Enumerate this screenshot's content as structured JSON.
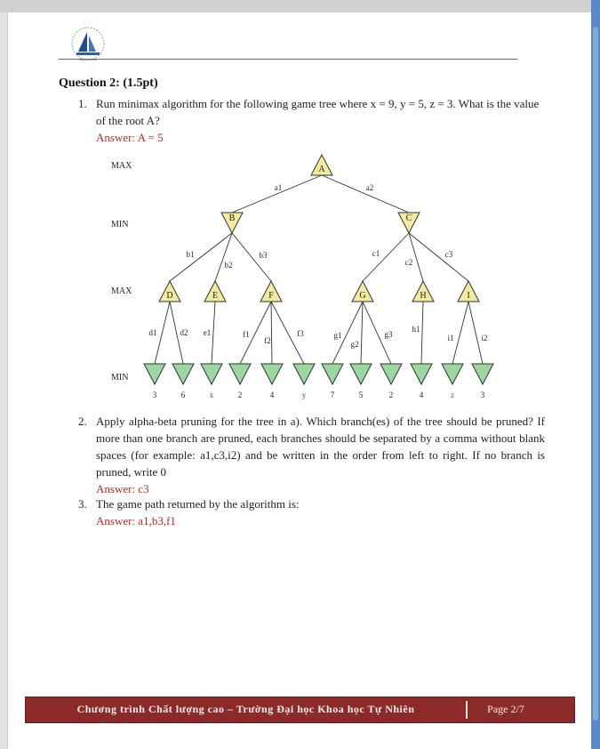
{
  "question": {
    "title": "Question 2: (1.5pt)",
    "items": [
      {
        "num": "1.",
        "text": "Run minimax algorithm for the following game tree where x = 9, y = 5, z = 3. What is the value of the root A?",
        "answer": "Answer: A = 5"
      },
      {
        "num": "2.",
        "text": "Apply alpha-beta pruning for the tree in a). Which branch(es) of the tree should be pruned? If more than one branch are pruned, each branches should be separated by a comma without blank spaces (for example: a1,c3,i2) and be written in the order from left to right. If no branch is pruned, write 0",
        "answer": "Answer: c3"
      },
      {
        "num": "3.",
        "text": "The game path returned by the algorithm is:",
        "answer": "Answer: a1,b3,f1"
      }
    ]
  },
  "tree": {
    "levels": [
      "MAX",
      "MIN",
      "MAX",
      "MIN"
    ],
    "nodes": {
      "root": "A",
      "min": [
        "B",
        "C"
      ],
      "max": [
        "D",
        "E",
        "F",
        "G",
        "H",
        "I"
      ]
    },
    "edges": {
      "a": [
        "a1",
        "a2"
      ],
      "b": [
        "b1",
        "b2",
        "b3"
      ],
      "c": [
        "c1",
        "c2",
        "c3"
      ],
      "d": [
        "d1",
        "d2"
      ],
      "e": [
        "e1"
      ],
      "f": [
        "f1",
        "f2",
        "f3"
      ],
      "g": [
        "g1",
        "g2",
        "g3"
      ],
      "h": [
        "h1"
      ],
      "i": [
        "i1",
        "i2"
      ]
    },
    "leaves": [
      "3",
      "6",
      "x",
      "2",
      "4",
      "y",
      "7",
      "5",
      "2",
      "4",
      "z",
      "3"
    ],
    "variable_leaf_color": "#c0271f"
  },
  "footer": {
    "program": "Chương trình Chất lượng cao – Trường Đại học Khoa học Tự Nhiên",
    "page": "Page 2/7"
  }
}
